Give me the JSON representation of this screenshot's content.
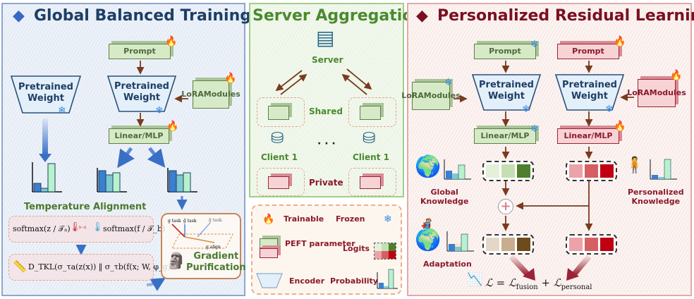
{
  "panels": {
    "left": {
      "title": "Global Balanced Training",
      "title_marker": "diamond-icon",
      "accent": "#3a66c4",
      "title_color": "#1d3f66",
      "frozen_encoder": {
        "line1": "Pretrained",
        "line2": "Weight",
        "status": "frozen"
      },
      "prompt": {
        "label": "Prompt",
        "status": "trainable"
      },
      "encoder": {
        "line1": "Pretrained",
        "line2": "Weight",
        "status": "frozen"
      },
      "lora": {
        "line1": "LoRA",
        "line2": "Modules",
        "status": "trainable"
      },
      "head": {
        "label": "Linear/MLP",
        "status": "trainable"
      },
      "temperature_alignment": {
        "label": "Temperature Alignment",
        "softmax_a": "softmax(z / 𝒯ₐ)",
        "softmax_b": "softmax(f / 𝒯_b)",
        "tkl": "D_TKL(σ_τa(z(x)) ‖ σ_τb(f(x; W, φ_g)))"
      },
      "gradient_purification": {
        "line1": "Gradient",
        "line2": "Purification",
        "vectors": [
          "g_task",
          "ĝ_task",
          "g̃_task",
          "g_align",
          "g_align"
        ]
      }
    },
    "middle": {
      "title": "Server Aggregation",
      "title_color": "#4a8a2e",
      "server_label": "Server",
      "shared_label": "Shared",
      "private_label": "Private",
      "clients": [
        "Client 1",
        "Client 1"
      ],
      "ellipsis": "· · ·"
    },
    "legend": {
      "items": [
        {
          "icon": "fire-icon",
          "label": "Trainable"
        },
        {
          "icon": "snowflake-icon",
          "label": "Frozen"
        },
        {
          "icon": "peft-cube-icon",
          "label": "PEFT parameter"
        },
        {
          "icon": "logits-icon",
          "label": "Logits"
        },
        {
          "icon": "encoder-trapezoid-icon",
          "label": "Encoder"
        },
        {
          "icon": "probability-chart-icon",
          "label": "Probability"
        }
      ],
      "text_color": "#8b1a2b"
    },
    "right": {
      "title": "Personalized Residual Learning",
      "title_marker": "diamond-icon",
      "accent": "#7a1020",
      "title_color": "#7a1020",
      "global_branch": {
        "prompt": {
          "label": "Prompt",
          "status": "frozen"
        },
        "lora": {
          "line1": "LoRA",
          "line2": "Modules",
          "status": "frozen"
        },
        "encoder": {
          "line1": "Pretrained",
          "line2": "Weight",
          "status": "frozen"
        },
        "head": {
          "label": "Linear/MLP",
          "status": "frozen"
        },
        "logit_colors": [
          "#e4f0da",
          "#c5dfb3",
          "#4d7f2c"
        ]
      },
      "personal_branch": {
        "prompt": {
          "label": "Prompt",
          "status": "trainable"
        },
        "lora": {
          "line1": "LoRA",
          "line2": "Modules",
          "status": "trainable"
        },
        "encoder": {
          "line1": "Pretrained",
          "line2": "Weight",
          "status": "frozen"
        },
        "head": {
          "label": "Linear/MLP",
          "status": "trainable"
        },
        "logit_colors": [
          "#eba2a8",
          "#d55f63",
          "#c00010"
        ]
      },
      "fused_logit_colors": [
        "#e6d6c6",
        "#c9ad8e",
        "#6e4a1d"
      ],
      "global_knowledge": {
        "line1": "Global",
        "line2": "Knowledge"
      },
      "personalized_knowledge": {
        "line1": "Personalized",
        "line2": "Knowledge"
      },
      "adaptation": "Adaptation",
      "loss": {
        "lhs": "ℒ",
        "eq": "=",
        "t1": "ℒ",
        "t1_sub": "fusion",
        "plus": "+",
        "t2": "ℒ",
        "t2_sub": "personal"
      },
      "plus_symbol": "+"
    }
  },
  "icons": {
    "fire": "🔥",
    "snow": "❄",
    "diamond": "◆",
    "server": "▤",
    "db": "⛁"
  }
}
